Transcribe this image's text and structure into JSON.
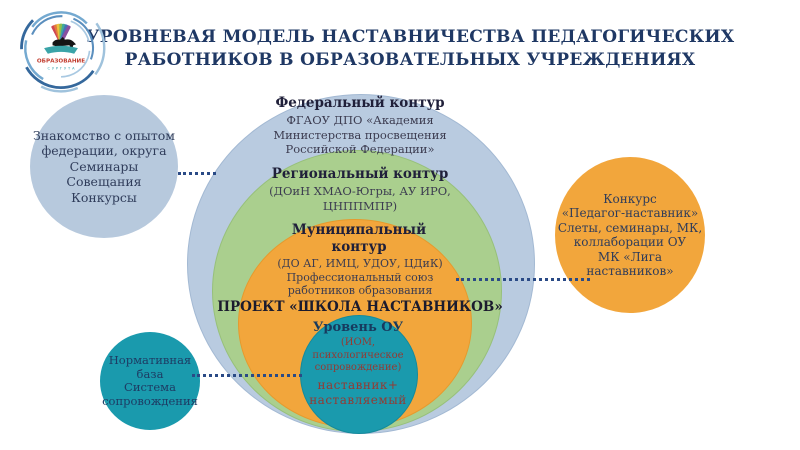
{
  "title": {
    "line1": "УРОВНЕВАЯ МОДЕЛЬ НАСТАВНИЧЕСТВА ПЕДАГОГИЧЕСКИХ",
    "line2": "РАБОТНИКОВ В ОБРАЗОВАТЕЛЬНЫХ УЧРЕЖДЕНИЯХ",
    "color": "#1f3864"
  },
  "logo": {
    "line1": "ОБРАЗОВАНИЕ",
    "line2": "СУРГУТА"
  },
  "model": {
    "federal": {
      "heading": "Федеральный контур",
      "lines": [
        "ФГАОУ ДПО «Академия",
        "Министерства просвещения",
        "Российской Федерации»"
      ],
      "fill": "#b9cbe0"
    },
    "regional": {
      "heading": "Региональный контур",
      "lines": [
        "(ДОиН ХМАО-Югры, АУ ИРО,",
        "ЦНППМПР)"
      ],
      "fill": "#aacf8e"
    },
    "municipal": {
      "heading": "Муниципальный контур",
      "lines": [
        "(ДО АГ, ИМЦ, УДОУ, ЦДиК)",
        "Профессиональный союз",
        "работников образования"
      ],
      "project": "ПРОЕКТ «ШКОЛА НАСТАВНИКОВ»",
      "fill": "#f2a63c"
    },
    "school_level": {
      "heading": "Уровень ОУ",
      "lines": [
        "(ИОМ,",
        "психологическое",
        "сопровождение)"
      ],
      "mentor_lines": [
        "наставник+",
        "наставляемый"
      ],
      "fill": "#1a9aad",
      "accent_text_color": "#943a33"
    }
  },
  "satellites": {
    "federal_activities": {
      "lines": [
        "Знакомство с опытом",
        "федерации, округа",
        "Семинары",
        "Совещания",
        "Конкурсы"
      ],
      "fill": "#b7c9dd"
    },
    "municipal_activities": {
      "lines": [
        "Конкурс",
        "«Педагог-наставник»",
        "Слеты, семинары, МК,",
        "коллаборации ОУ",
        "МК «Лига наставников»"
      ],
      "fill": "#f2a63c"
    },
    "school_support": {
      "lines": [
        "Нормативная",
        "база",
        "Система",
        "сопровождения"
      ],
      "fill": "#1a9aad"
    }
  },
  "connector_color": "#2a4a86"
}
